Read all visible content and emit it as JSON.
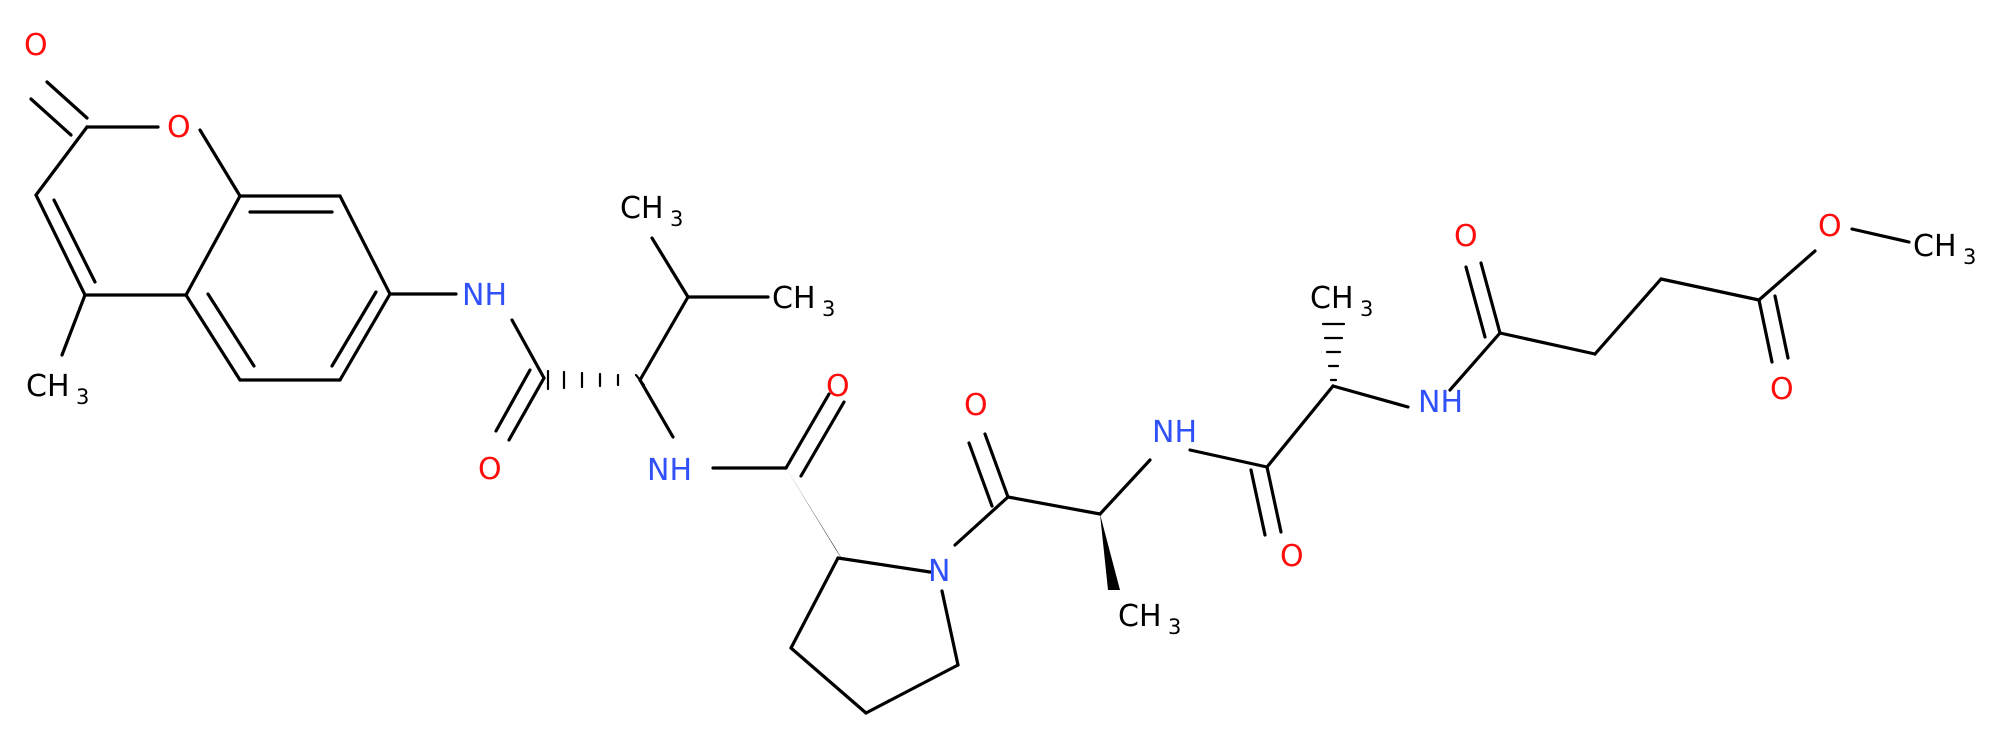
{
  "colors": {
    "bond": "#000000",
    "oxygen": "#ff0d0d",
    "nitrogen": "#3050f8",
    "carbon": "#000000"
  },
  "atoms": {
    "o_lactone_carbonyl": "O",
    "o_ring": "O",
    "methyl_coumarin": "CH",
    "nh_coumarin_amide": "NH",
    "methyl_val_top": "CH",
    "methyl_val_right": "CH",
    "o_val_carbonyl": "O",
    "nh_val_pro": "NH",
    "o_pro_carbonyl": "O",
    "n_proline": "N",
    "o_ala1_carbonyl": "O",
    "nh_ala1_ala2": "NH",
    "methyl_ala1": "CH",
    "o_ala2_carbonyl": "O",
    "methyl_ala2": "CH",
    "nh_succinyl": "NH",
    "o_succinyl_amide": "O",
    "o_ester_ether": "O",
    "o_ester_carbonyl": "O",
    "methyl_ester": "CH",
    "subscript_3": "3"
  }
}
